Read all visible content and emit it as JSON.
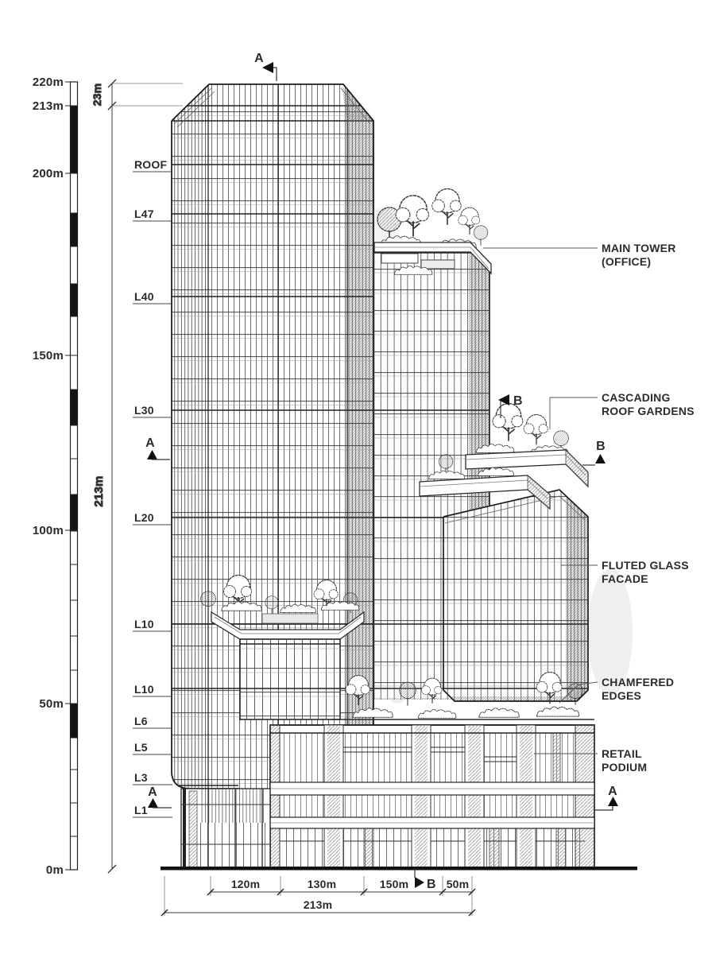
{
  "drawing": {
    "scale_bar_marks": [
      "220m",
      "213m",
      "200m",
      "150m",
      "100m",
      "50m",
      "0m"
    ],
    "levels": [
      "ROOF",
      "L47",
      "L40",
      "L30",
      "L20",
      "L10",
      "L10",
      "L6",
      "L5",
      "L3",
      "L1"
    ],
    "vertical_dims": {
      "crown": "23m",
      "total": "213m"
    },
    "horizontal_dims": {
      "segments": [
        "120m",
        "130m",
        "150m",
        "50m"
      ],
      "total": "213m"
    },
    "callouts": {
      "main_tower": [
        "MAIN TOWER",
        "(OFFICE)"
      ],
      "roof_gardens": [
        "CASCADING",
        "ROOF GARDENS"
      ],
      "facade": [
        "FLUTED GLASS",
        "FACADE"
      ],
      "chamfer": [
        "CHAMFERED",
        "EDGES"
      ],
      "podium": [
        "RETAIL",
        "PODIUM"
      ]
    },
    "section_markers": {
      "a": "A",
      "b": "B"
    },
    "colors": {
      "ink": "#2b2b2b",
      "line": "#444444",
      "paper": "#ffffff",
      "bar_black": "#141414"
    }
  }
}
